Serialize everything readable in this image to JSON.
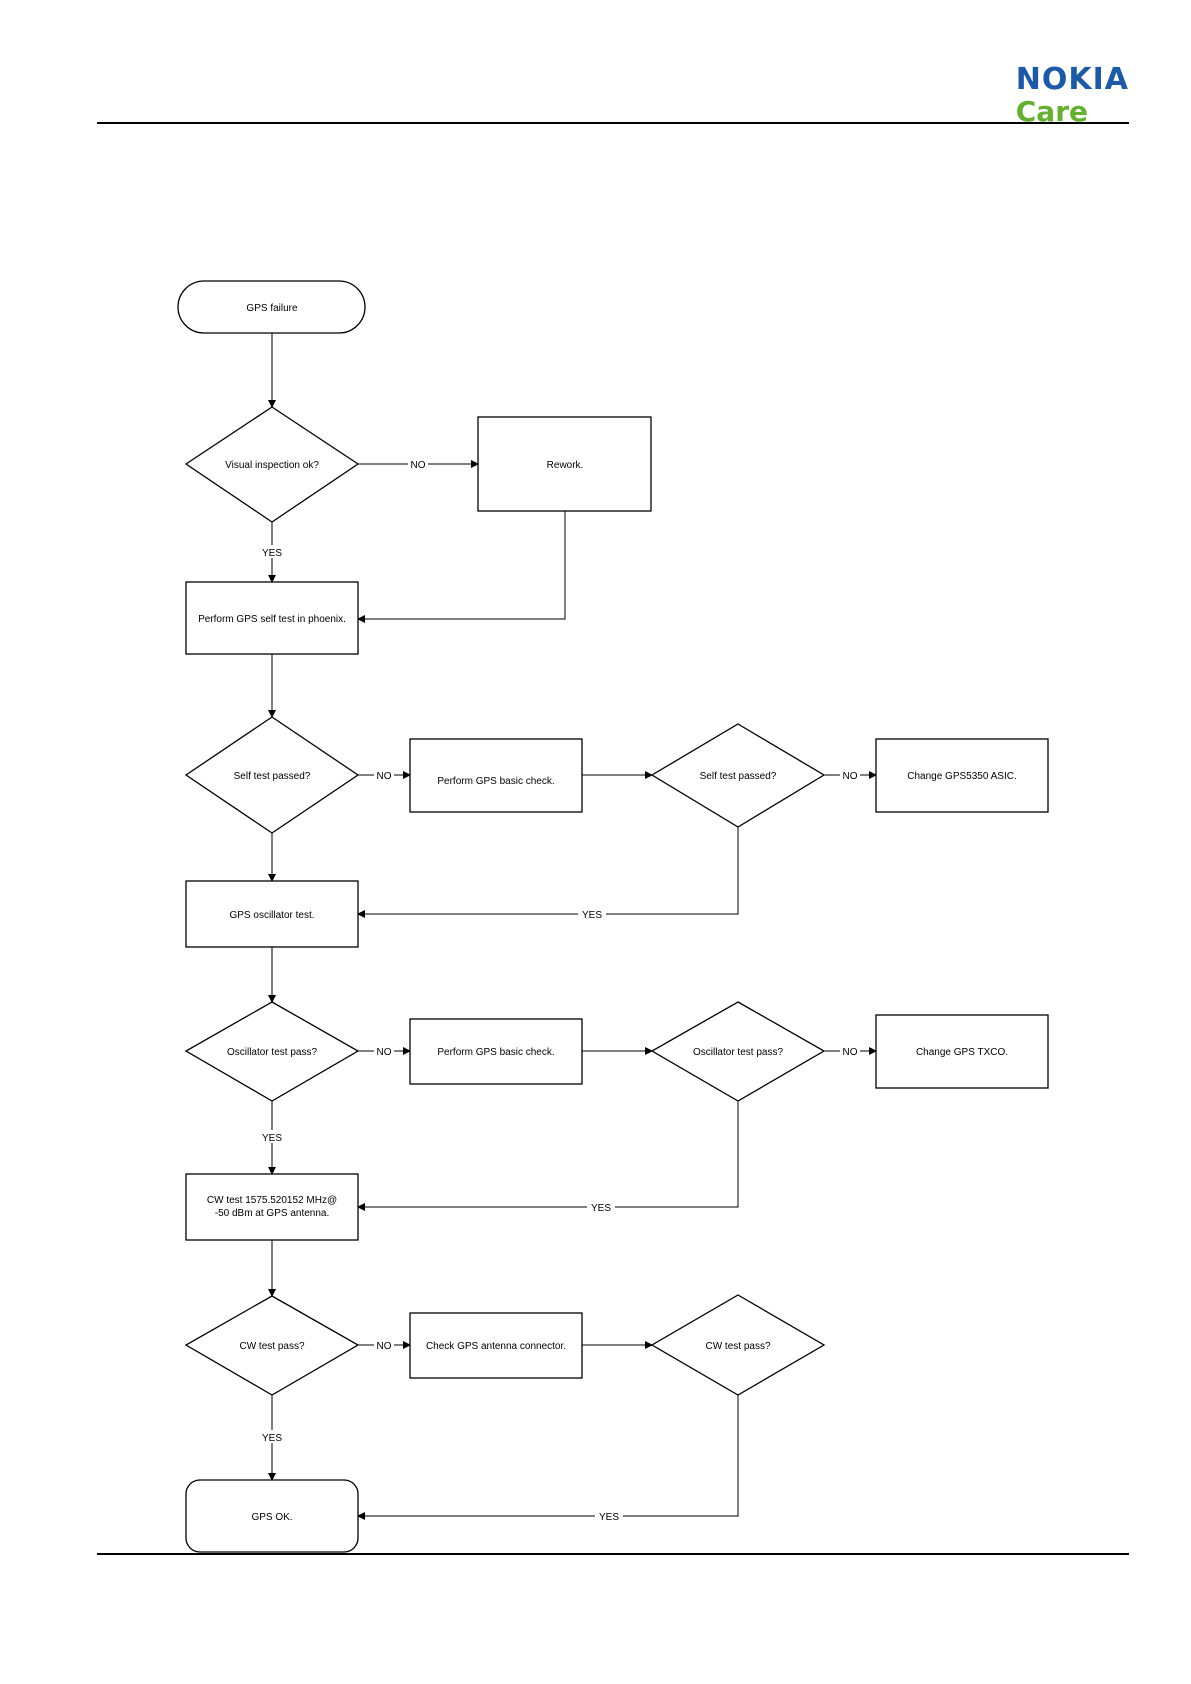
{
  "brand": {
    "name": "NOKIA",
    "sub": "Care",
    "primary_color": "#1b5aa8",
    "secondary_color": "#64b12f"
  },
  "diagram": {
    "nodes": {
      "start": "GPS failure",
      "visual": "Visual inspection ok?",
      "rework": "Rework.",
      "selftest": "Perform GPS self test in phoenix.",
      "selfpass1": "Self test passed?",
      "basic1": "Perform GPS basic check.",
      "selfpass2": "Self test passed?",
      "asic": "Change GPS5350 ASIC.",
      "osctest": "GPS oscillator test.",
      "oscpass1": "Oscillator test pass?",
      "basic2": "Perform GPS basic check.",
      "oscpass2": "Oscillator test pass?",
      "txco": "Change GPS TXCO.",
      "cwtest_line1": "CW test 1575.520152 MHz@",
      "cwtest_line2": "-50 dBm at GPS antenna.",
      "cwpass1": "CW test pass?",
      "antenna": "Check GPS antenna connector.",
      "cwpass2": "CW test pass?",
      "ok": "GPS OK."
    },
    "edge_labels": {
      "visual_no": "NO",
      "visual_yes": "YES",
      "selfpass1_no": "NO",
      "selfpass2_no": "NO",
      "selfpass2_yes": "YES",
      "oscpass1_no": "NO",
      "oscpass1_yes": "YES",
      "oscpass2_no": "NO",
      "oscpass2_yes": "YES",
      "cwpass1_no": "NO",
      "cwpass1_yes": "YES",
      "cwpass2_yes": "YES"
    }
  }
}
